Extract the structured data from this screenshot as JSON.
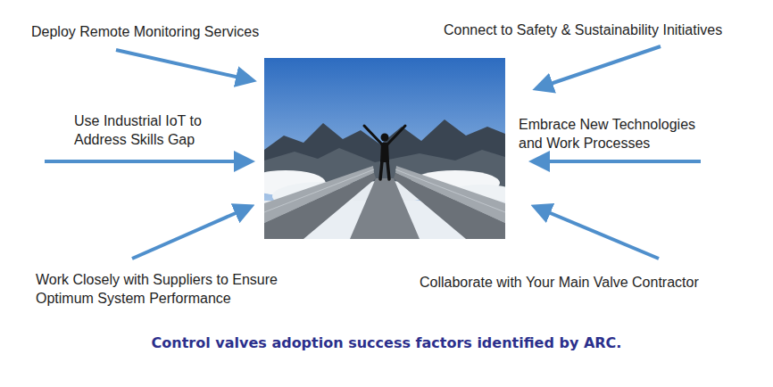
{
  "diagram": {
    "caption": "Control valves adoption success factors identified by ARC.",
    "labels": [
      "Deploy Remote Monitoring Services",
      "Connect to Safety & Sustainability Initiatives",
      "Use Industrial IoT to Address Skills Gap",
      "Embrace New Technologies and Work Processes",
      "Work Closely with Suppliers to Ensure Optimum System Performance",
      "Collaborate with Your Main Valve Contractor"
    ]
  }
}
